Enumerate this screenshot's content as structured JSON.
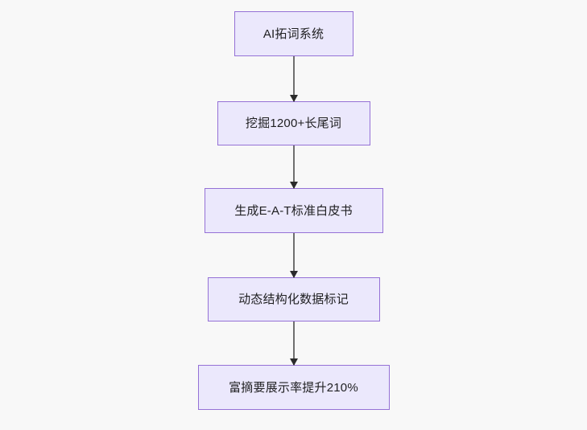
{
  "diagram": {
    "type": "flowchart",
    "direction": "top-to-bottom",
    "background_color": "#f8f8f8",
    "node_fill_color": "#ebe8fc",
    "node_border_color": "#9571d6",
    "node_text_color": "#1f1f21",
    "connector_line_color": "#6f6f6f",
    "connector_arrow_color": "#2b2b2b",
    "nodes": [
      {
        "id": "n0",
        "label": "AI拓词系统"
      },
      {
        "id": "n1",
        "label": "挖掘1200+长尾词"
      },
      {
        "id": "n2",
        "label": "生成E-A-T标准白皮书"
      },
      {
        "id": "n3",
        "label": "动态结构化数据标记"
      },
      {
        "id": "n4",
        "label": "富摘要展示率提升210%"
      }
    ],
    "edges": [
      {
        "from": "n0",
        "to": "n1",
        "arrow": "down-arrow-icon"
      },
      {
        "from": "n1",
        "to": "n2",
        "arrow": "down-arrow-icon"
      },
      {
        "from": "n2",
        "to": "n3",
        "arrow": "down-arrow-icon"
      },
      {
        "from": "n3",
        "to": "n4",
        "arrow": "down-arrow-icon"
      }
    ]
  }
}
